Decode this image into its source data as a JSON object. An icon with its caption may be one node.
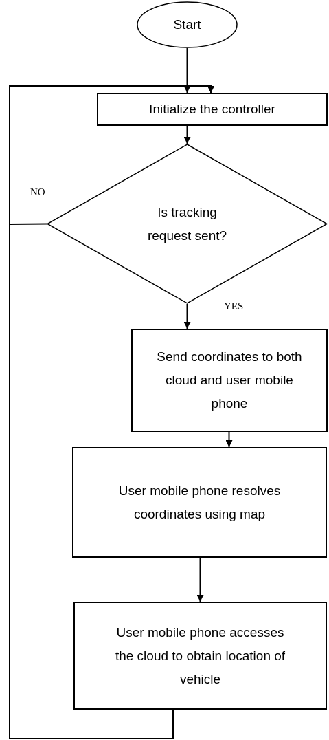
{
  "diagram": {
    "nodes": [
      {
        "text": [
          "Start"
        ]
      },
      {
        "text": [
          "Initialize the controller"
        ]
      },
      {
        "text": [
          "Is tracking request sent?"
        ]
      },
      {
        "text": [
          "Send coordinates to both cloud and user mobile phone"
        ]
      },
      {
        "text": [
          "User mobile phone resolves coordinates using map"
        ]
      },
      {
        "text": [
          "User mobile phone accesses the cloud to obtain location of vehicle"
        ]
      }
    ],
    "edges": [
      {
        "from": 0,
        "to": 1,
        "arrow": "to"
      },
      {
        "from": 2,
        "to": 1,
        "arrow": "to",
        "label": "NO"
      },
      {
        "from": 1,
        "to": 2,
        "arrow": "to"
      },
      {
        "from": 2,
        "to": 3,
        "arrow": "to",
        "label": "YES"
      },
      {
        "from": 3,
        "to": 4,
        "arrow": "to"
      },
      {
        "from": 4,
        "to": 5,
        "arrow": "to"
      },
      {
        "from": 5,
        "to": 1,
        "arrow": "to"
      }
    ]
  }
}
